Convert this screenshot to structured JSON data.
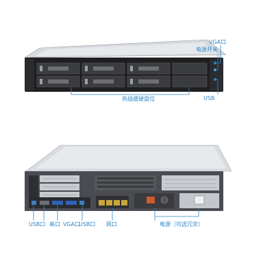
{
  "front": {
    "labels": {
      "vga": "VGA口",
      "power_switch": "电源开关",
      "usb": "USB",
      "hot_swap_bays": "热插拔硬盘位"
    }
  },
  "rear": {
    "labels": {
      "usb_left": "USB口",
      "serial": "串口",
      "vga": "VGA口",
      "usb_right": "USB口",
      "network": "网口",
      "power": "电源（可选冗余）"
    }
  },
  "colors": {
    "callout": "#2f86c8",
    "chassis_dark": "#1f1f22",
    "chassis_light": "#d9dce0",
    "drive_tray": "#2a2b2e"
  }
}
